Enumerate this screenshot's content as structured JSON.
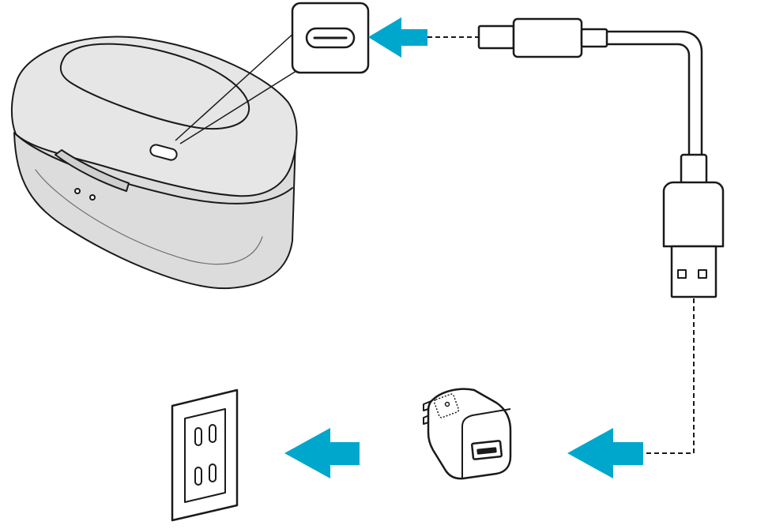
{
  "diagram": {
    "kind": "charging-instructions",
    "colors": {
      "arrow": "#00a7cc",
      "outline": "#1a1a1a",
      "case_fill": "#e6e6e6",
      "case_fill_dark": "#d9d9d9",
      "background": "#ffffff"
    },
    "components": [
      {
        "id": "charging-case",
        "icon": "earbuds-charging-case-icon"
      },
      {
        "id": "port-callout",
        "icon": "usb-c-port-icon"
      },
      {
        "id": "usb-cable",
        "icon": "usb-c-to-usb-a-cable-icon"
      },
      {
        "id": "power-adapter",
        "icon": "usb-wall-adapter-icon"
      },
      {
        "id": "wall-outlet",
        "icon": "wall-outlet-icon"
      }
    ],
    "arrows": [
      {
        "id": "to-case-port",
        "direction": "left"
      },
      {
        "id": "to-adapter",
        "direction": "left"
      },
      {
        "id": "to-outlet",
        "direction": "left"
      }
    ]
  }
}
